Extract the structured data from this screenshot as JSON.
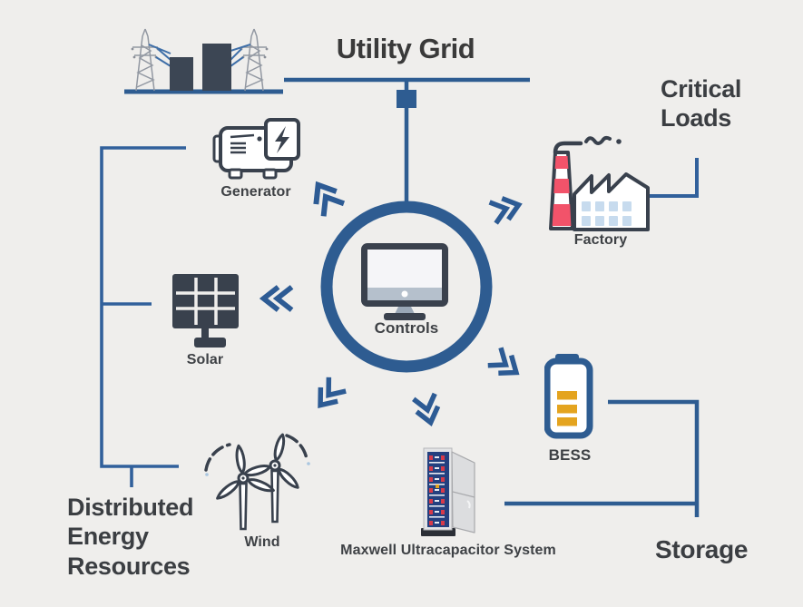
{
  "diagram": {
    "title": "Utility Grid",
    "nodes": {
      "generator": "Generator",
      "solar": "Solar",
      "wind": "Wind",
      "controls": "Controls",
      "factory": "Factory",
      "bess": "BESS",
      "ultracapacitor": "Maxwell Ultracapacitor System"
    },
    "groups": {
      "critical_loads": "Critical Loads",
      "distributed_energy_resources": "Distributed Energy Resources",
      "storage": "Storage"
    },
    "icons": [
      "power-plant-icon",
      "generator-icon",
      "lightning-icon",
      "solar-panel-icon",
      "wind-turbines-icon",
      "monitor-icon",
      "factory-icon",
      "battery-icon",
      "ultracapacitor-cabinet-icon",
      "chevron-arrow-icon"
    ],
    "colors": {
      "accent_blue": "#2e5c91",
      "arrow_blue": "#2d5b94",
      "dark_slate": "#39414d",
      "light_blue": "#c7dbee",
      "factory_red": "#f2536a",
      "battery_yellow": "#e4a41f",
      "text": "#3b3e42",
      "background": "#efeeec"
    }
  }
}
